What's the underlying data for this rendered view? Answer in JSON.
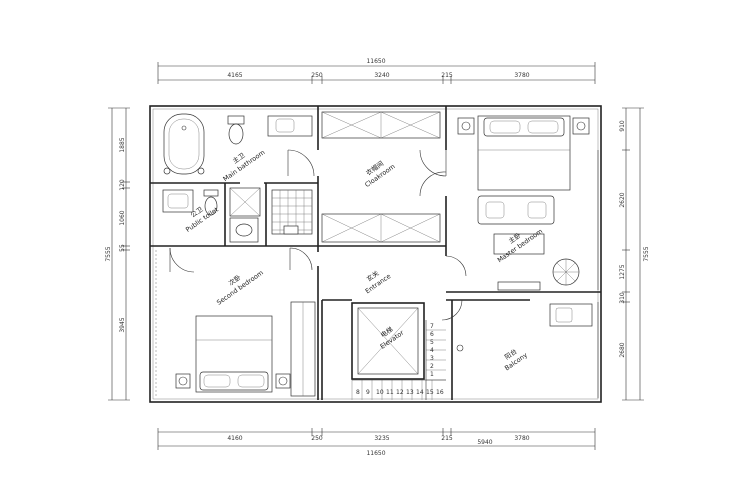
{
  "dimensions": {
    "top_total": "11650",
    "top_segments": [
      "4165",
      "250",
      "3240",
      "215",
      "3780"
    ],
    "bottom_segments": [
      "4160",
      "250",
      "3235",
      "215",
      "3780"
    ],
    "bottom_overlap": "5940",
    "bottom_total": "11650",
    "left_total": "7555",
    "left_segments": [
      "1885",
      "120",
      "1060",
      "55",
      "3945"
    ],
    "right_total": "7555",
    "right_segments": [
      "910",
      "2620",
      "1275",
      "310",
      "2680"
    ]
  },
  "rooms": {
    "main_bathroom": {
      "cn": "主卫",
      "en": "Main bathroom"
    },
    "public_toilet": {
      "cn": "公卫",
      "en": "Public toilet"
    },
    "cloakroom": {
      "cn": "衣帽间",
      "en": "Cloakroom"
    },
    "master_bedroom": {
      "cn": "主卧",
      "en": "Master bedroom"
    },
    "second_bedroom": {
      "cn": "次卧",
      "en": "Second bedroom"
    },
    "entrance": {
      "cn": "玄关",
      "en": "Entrance"
    },
    "elevator": {
      "cn": "电梯",
      "en": "Elevator"
    },
    "balcony": {
      "cn": "阳台",
      "en": "Balcony"
    }
  },
  "stair_steps": [
    "8",
    "9",
    "10",
    "11",
    "12",
    "13",
    "14",
    "15",
    "16"
  ],
  "stair_side_steps": [
    "1",
    "2",
    "3",
    "4",
    "5",
    "6",
    "7"
  ]
}
